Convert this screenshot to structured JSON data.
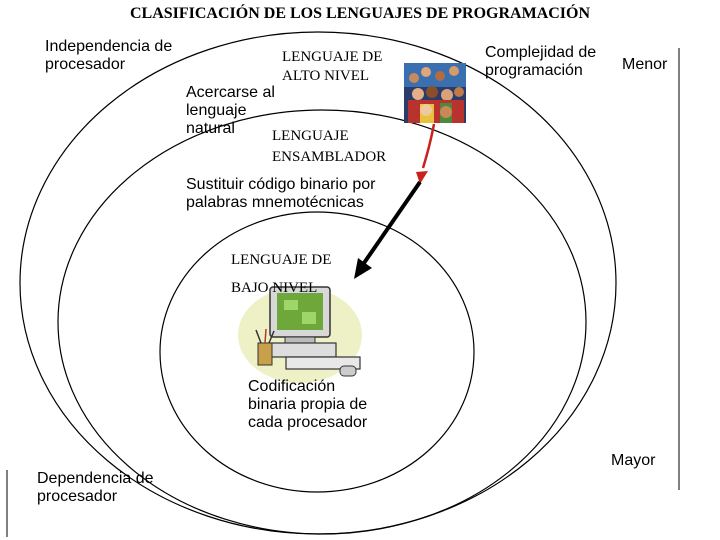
{
  "title": "CLASIFICACIÓN DE LOS LENGUAJES DE PROGRAMACIÓN",
  "left_axis": {
    "top_label": [
      "Independencia de",
      "procesador"
    ],
    "bottom_label": [
      "Dependencia de",
      "procesador"
    ]
  },
  "right_axis": {
    "label": [
      "Complejidad de",
      "programación"
    ],
    "top_value": "Menor",
    "bottom_value": "Mayor"
  },
  "levels": {
    "high": {
      "name": [
        "LENGUAJE DE",
        "ALTO NIVEL"
      ],
      "description": [
        "Acercarse al",
        "lenguaje",
        "natural"
      ]
    },
    "assembly": {
      "name": [
        "LENGUAJE",
        "ENSAMBLADOR"
      ],
      "description": [
        "Sustituir código binario por",
        "palabras mnemotécnicas"
      ]
    },
    "low": {
      "name": [
        "LENGUAJE DE",
        "BAJO NIVEL"
      ],
      "description": [
        "Codificación",
        "binaria propia de",
        "cada procesador"
      ]
    }
  },
  "images": {
    "people": "group-of-people-photo",
    "computer": "computer-clipart"
  },
  "colors": {
    "lines": "#000000",
    "background": "#ffffff"
  }
}
